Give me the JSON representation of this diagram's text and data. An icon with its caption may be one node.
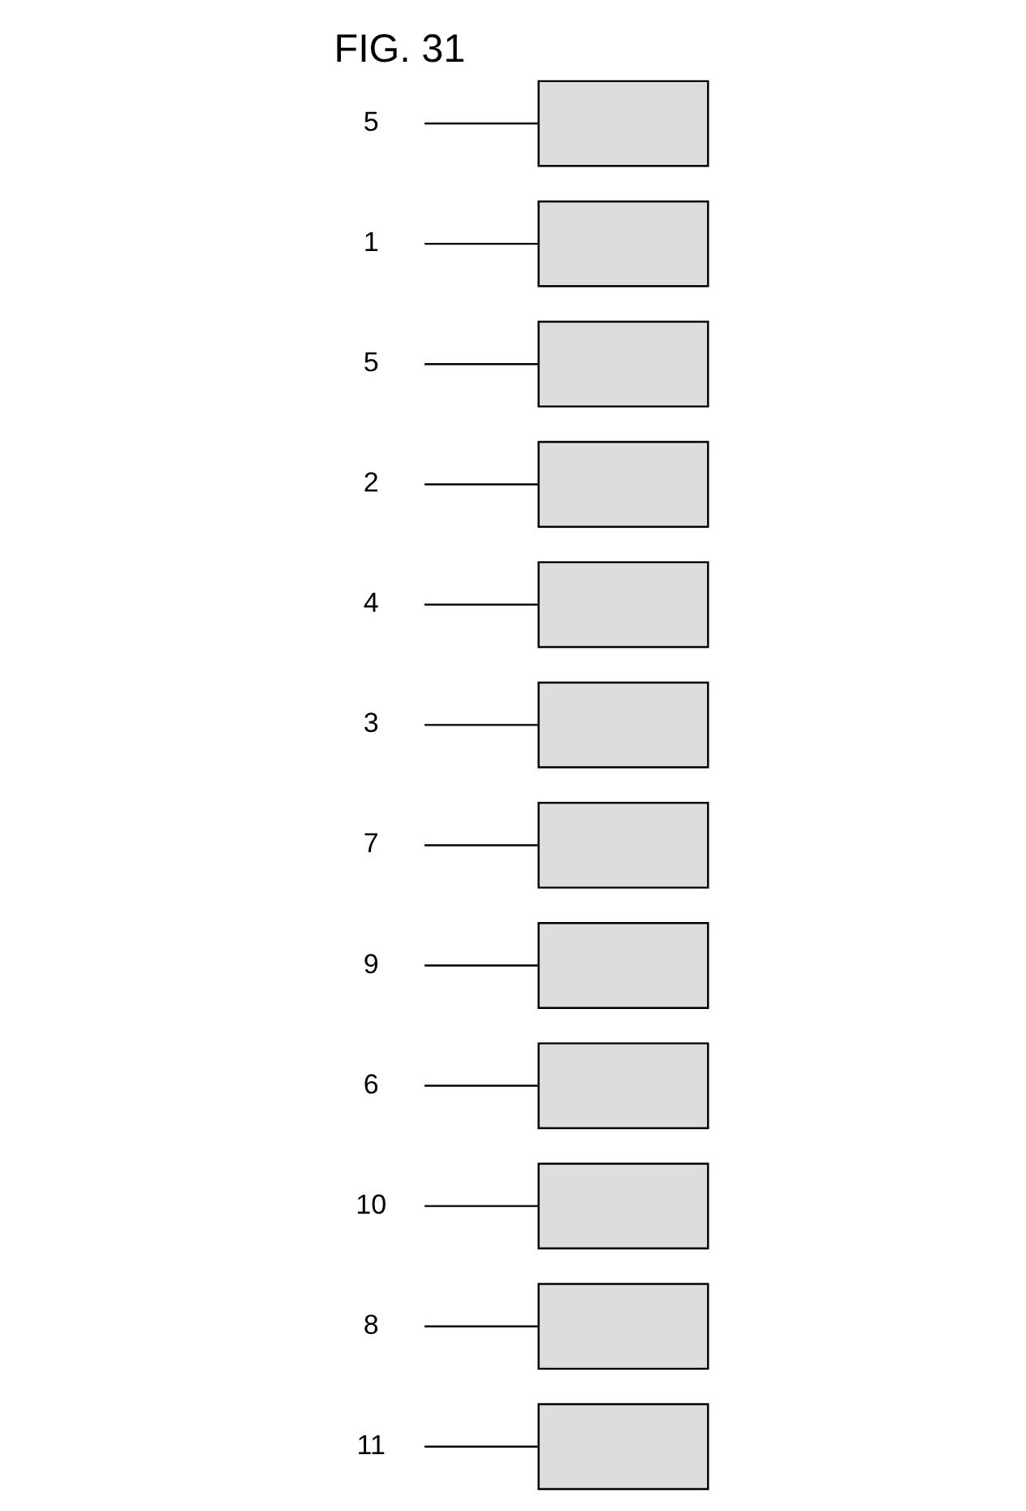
{
  "diagram": {
    "title": "FIG. 31",
    "nodes": [
      {
        "text": [
          "11"
        ]
      },
      {
        "text": [],
        "shape": "box"
      },
      {
        "text": [
          "8"
        ]
      },
      {
        "text": [],
        "shape": "box"
      },
      {
        "text": [
          "10"
        ]
      },
      {
        "text": [],
        "shape": "box"
      },
      {
        "text": [
          "6"
        ]
      },
      {
        "text": [],
        "shape": "box"
      },
      {
        "text": [
          "9"
        ]
      },
      {
        "text": [],
        "shape": "box"
      },
      {
        "text": [
          "7"
        ]
      },
      {
        "text": [],
        "shape": "box"
      },
      {
        "text": [
          "3"
        ]
      },
      {
        "text": [],
        "shape": "box"
      },
      {
        "text": [
          "4"
        ]
      },
      {
        "text": [],
        "shape": "box"
      },
      {
        "text": [
          "2"
        ]
      },
      {
        "text": [],
        "shape": "box"
      },
      {
        "text": [
          "5"
        ]
      },
      {
        "text": [],
        "shape": "box"
      },
      {
        "text": [
          "1"
        ]
      },
      {
        "text": [],
        "shape": "box"
      },
      {
        "text": [
          "5"
        ]
      },
      {
        "text": [],
        "shape": "box"
      }
    ],
    "edges": [
      {
        "from": 0,
        "to": 1,
        "arrow": "none"
      },
      {
        "from": 2,
        "to": 3,
        "arrow": "none"
      },
      {
        "from": 4,
        "to": 5,
        "arrow": "none"
      },
      {
        "from": 6,
        "to": 7,
        "arrow": "none"
      },
      {
        "from": 8,
        "to": 9,
        "arrow": "none"
      },
      {
        "from": 10,
        "to": 11,
        "arrow": "none"
      },
      {
        "from": 12,
        "to": 13,
        "arrow": "none"
      },
      {
        "from": 14,
        "to": 15,
        "arrow": "none"
      },
      {
        "from": 16,
        "to": 17,
        "arrow": "none"
      },
      {
        "from": 18,
        "to": 19,
        "arrow": "none"
      },
      {
        "from": 20,
        "to": 21,
        "arrow": "none"
      },
      {
        "from": 22,
        "to": 23,
        "arrow": "none"
      }
    ]
  }
}
